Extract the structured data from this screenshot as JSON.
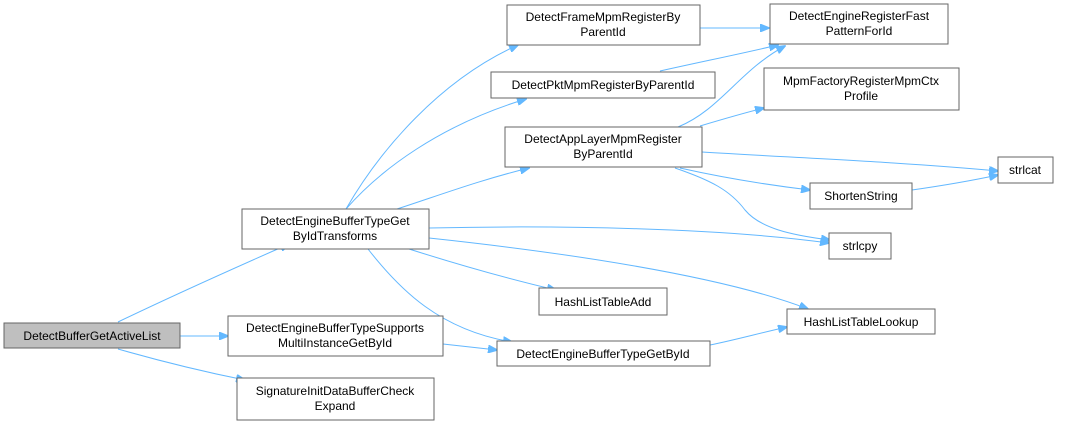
{
  "colors": {
    "edge": "#63b8ff",
    "node_border": "#666666",
    "root_fill": "#bfbfbf",
    "node_fill": "#ffffff"
  },
  "nodes": {
    "root": {
      "lines": [
        "DetectBufferGetActiveList"
      ]
    },
    "get_by_id_transforms": {
      "lines": [
        "DetectEngineBufferTypeGet",
        "ByIdTransforms"
      ]
    },
    "supports_multi_instance": {
      "lines": [
        "DetectEngineBufferTypeSupports",
        "MultiInstanceGetById"
      ]
    },
    "sig_init_check_expand": {
      "lines": [
        "SignatureInitDataBufferCheck",
        "Expand"
      ]
    },
    "frame_mpm": {
      "lines": [
        "DetectFrameMpmRegisterBy",
        "ParentId"
      ]
    },
    "pkt_mpm": {
      "lines": [
        "DetectPktMpmRegisterByParentId"
      ]
    },
    "app_layer_mpm": {
      "lines": [
        "DetectAppLayerMpmRegister",
        "ByParentId"
      ]
    },
    "hash_add": {
      "lines": [
        "HashListTableAdd"
      ]
    },
    "get_by_id": {
      "lines": [
        "DetectEngineBufferTypeGetById"
      ]
    },
    "fast_pattern": {
      "lines": [
        "DetectEngineRegisterFast",
        "PatternForId"
      ]
    },
    "mpm_factory": {
      "lines": [
        "MpmFactoryRegisterMpmCtx",
        "Profile"
      ]
    },
    "shorten": {
      "lines": [
        "ShortenString"
      ]
    },
    "strlcpy": {
      "lines": [
        "strlcpy"
      ]
    },
    "hash_lookup": {
      "lines": [
        "HashListTableLookup"
      ]
    },
    "strlcat": {
      "lines": [
        "strlcat"
      ]
    }
  },
  "edges": [
    [
      "root",
      "get_by_id_transforms"
    ],
    [
      "root",
      "supports_multi_instance"
    ],
    [
      "root",
      "sig_init_check_expand"
    ],
    [
      "get_by_id_transforms",
      "frame_mpm"
    ],
    [
      "get_by_id_transforms",
      "pkt_mpm"
    ],
    [
      "get_by_id_transforms",
      "app_layer_mpm"
    ],
    [
      "get_by_id_transforms",
      "strlcpy"
    ],
    [
      "get_by_id_transforms",
      "hash_add"
    ],
    [
      "get_by_id_transforms",
      "hash_lookup"
    ],
    [
      "get_by_id_transforms",
      "get_by_id"
    ],
    [
      "supports_multi_instance",
      "get_by_id"
    ],
    [
      "get_by_id",
      "hash_lookup"
    ],
    [
      "frame_mpm",
      "fast_pattern"
    ],
    [
      "pkt_mpm",
      "fast_pattern"
    ],
    [
      "app_layer_mpm",
      "fast_pattern"
    ],
    [
      "app_layer_mpm",
      "mpm_factory"
    ],
    [
      "app_layer_mpm",
      "strlcat"
    ],
    [
      "app_layer_mpm",
      "shorten"
    ],
    [
      "app_layer_mpm",
      "strlcpy"
    ],
    [
      "shorten",
      "strlcat"
    ]
  ]
}
